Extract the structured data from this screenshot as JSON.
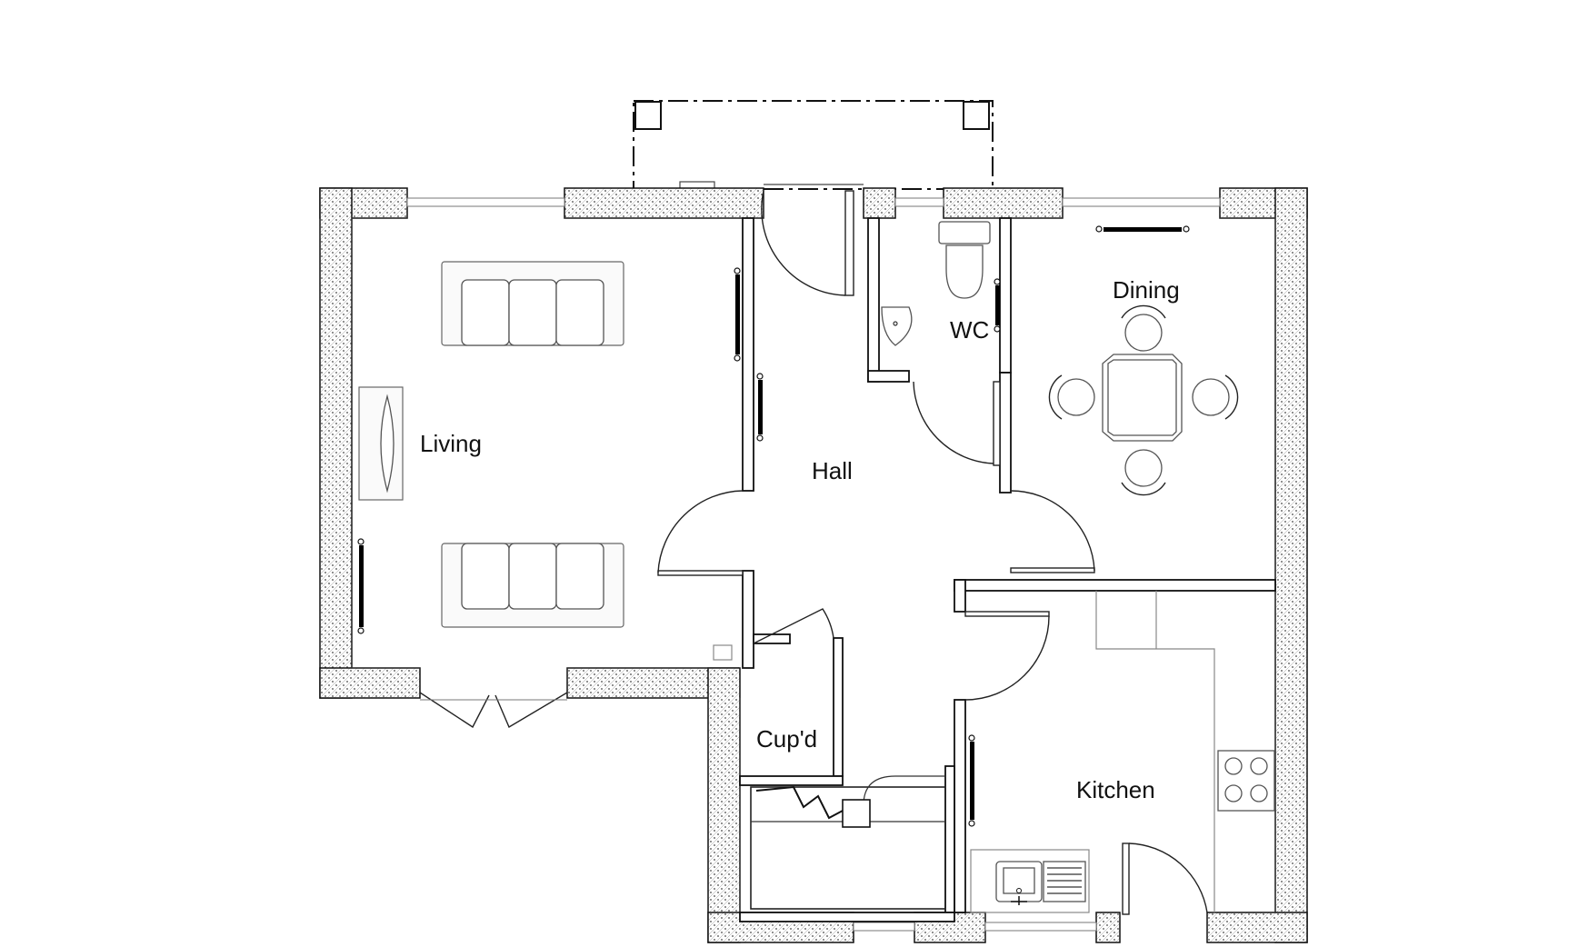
{
  "plan": {
    "rooms": {
      "living": "Living",
      "hall": "Hall",
      "wc": "WC",
      "dining": "Dining",
      "cupboard": "Cup'd",
      "kitchen": "Kitchen"
    }
  }
}
